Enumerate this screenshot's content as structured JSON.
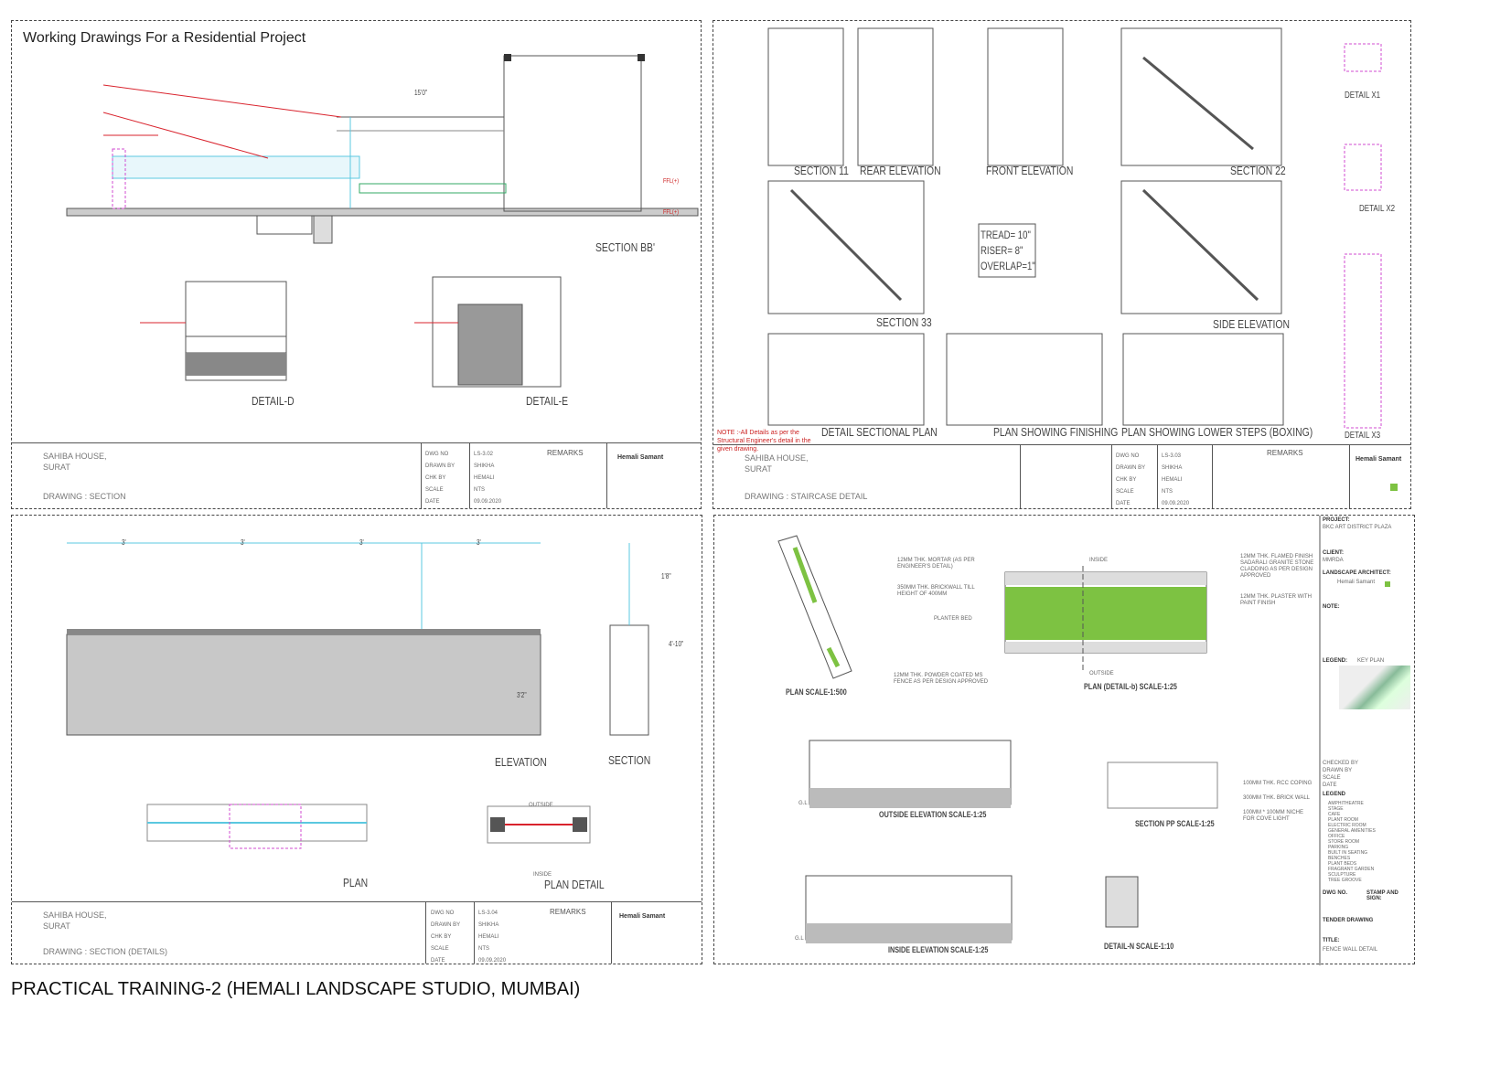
{
  "sheet1": {
    "title": "Working Drawings For a Residential Project",
    "labels": {
      "section_bb": "SECTION BB'",
      "detail_d": "DETAIL-D",
      "detail_e": "DETAIL-E",
      "dim_top": "15'0\"",
      "ffl1": "FFL(+)",
      "ffl2": "FFL(+)"
    },
    "title_block": {
      "project_line1": "SAHIBA HOUSE,",
      "project_line2": "SURAT",
      "drawing": "DRAWING :  SECTION",
      "remarks": "REMARKS",
      "firm": "Hemali Samant",
      "rows": [
        [
          "DWG NO",
          "LS-3.02"
        ],
        [
          "DRAWN BY",
          "SHIKHA"
        ],
        [
          "CHK BY",
          "HEMALI"
        ],
        [
          "SCALE",
          "NTS"
        ],
        [
          "DATE",
          "09.09.2020"
        ]
      ]
    }
  },
  "sheet2": {
    "labels": {
      "section_11": "SECTION 11",
      "rear_elevation": "REAR ELEVATION",
      "front_elevation": "FRONT ELEVATION",
      "section_22": "SECTION 22",
      "detail_x1": "DETAIL X1",
      "detail_x2": "DETAIL X2",
      "section_33": "SECTION 33",
      "side_elevation": "SIDE ELEVATION",
      "detail_x3": "DETAIL X3",
      "detail_sectional_plan": "DETAIL SECTIONAL PLAN",
      "plan_finishing": "PLAN SHOWING FINISHING",
      "plan_lower_steps": "PLAN SHOWING LOWER STEPS (BOXING)"
    },
    "note": "NOTE :-All Details as per the Structural Engineer's detail in the given drawing.",
    "stair_specs": [
      "TREAD= 10\"",
      "RISER= 8\"",
      "OVERLAP=1\""
    ],
    "title_block": {
      "project_line1": "SAHIBA HOUSE,",
      "project_line2": "SURAT",
      "drawing": "DRAWING :  STAIRCASE DETAIL",
      "remarks": "REMARKS",
      "firm": "Hemali Samant",
      "rows": [
        [
          "DWG NO",
          "LS-3.03"
        ],
        [
          "DRAWN BY",
          "SHIKHA"
        ],
        [
          "CHK BY",
          "HEMALI"
        ],
        [
          "SCALE",
          "NTS"
        ],
        [
          "DATE",
          "09.09.2020"
        ]
      ]
    }
  },
  "sheet3": {
    "labels": {
      "elevation": "ELEVATION",
      "section": "SECTION",
      "plan": "PLAN",
      "plan_detail": "PLAN DETAIL",
      "outside": "OUTSIDE",
      "inside": "INSIDE",
      "dim_3a": "3'",
      "dim_3b": "3'",
      "dim_3c": "3'",
      "dim_3d": "3'",
      "dim_18": "1'8\"",
      "dim_32": "3'2\"",
      "dim_410": "4'-10\""
    },
    "title_block": {
      "project_line1": "SAHIBA HOUSE,",
      "project_line2": "SURAT",
      "drawing": "DRAWING :  SECTION (DETAILS)",
      "remarks": "REMARKS",
      "firm": "Hemali Samant",
      "rows": [
        [
          "DWG NO",
          "LS-3.04"
        ],
        [
          "DRAWN BY",
          "SHIKHA"
        ],
        [
          "CHK BY",
          "HEMALI"
        ],
        [
          "SCALE",
          "NTS"
        ],
        [
          "DATE",
          "09.09.2020"
        ]
      ]
    }
  },
  "sheet4": {
    "labels": {
      "plan_1_500": "PLAN SCALE-1:500",
      "plan_detail_b": "PLAN (DETAIL-b) SCALE-1:25",
      "outside_elev": "OUTSIDE ELEVATION SCALE-1:25",
      "section_pp": "SECTION PP SCALE-1:25",
      "inside_elev": "INSIDE ELEVATION SCALE-1:25",
      "detail_n": "DETAIL-N SCALE-1:10",
      "inside": "INSIDE",
      "outside": "OUTSIDE",
      "planter_bed": "PLANTER BED",
      "gl1": "G.L",
      "gl2": "G.L"
    },
    "notes": [
      "12MM THK. MORTAR (AS PER ENGINEER'S DETAIL)",
      "350MM THK. BRICKWALL TILL HEIGHT OF 400MM",
      "12MM THK. POWDER COATED MS FENCE AS PER DESIGN APPROVED",
      "12MM THK. FLAMED FINISH SADARALI GRANITE STONE CLADDING AS PER DESIGN APPROVED",
      "12MM THK. PLASTER WITH PAINT FINISH",
      "100MM THK. RCC COPING",
      "300MM THK. BRICK WALL",
      "100MM * 100MM NICHE FOR COVE LIGHT"
    ],
    "side_panel": {
      "project": "PROJECT:",
      "project_value": "BKC ART DISTRICT PLAZA",
      "client": "CLIENT:",
      "client_value": "MMRDA",
      "architect": "LANDSCAPE ARCHITECT:",
      "architect_value": "Hemali Samant",
      "note": "NOTE:",
      "legend": "LEGEND:",
      "key_plan": "KEY PLAN",
      "checked_by": "CHECKED BY",
      "drawn_by": "DRAWN BY",
      "scale": "SCALE",
      "date": "DATE",
      "legend2": "LEGEND",
      "dwg_no": "DWG NO.",
      "stamp": "STAMP AND SIGN:",
      "tender": "TENDER DRAWING",
      "title": "TITLE:",
      "title_value": "FENCE WALL DETAIL"
    },
    "legend_items": [
      "AMPHITHEATRE",
      "STAGE",
      "CAFE",
      "PLANT ROOM",
      "ELECTRIC ROOM",
      "GENERAL AMENITIES",
      "OFFICE",
      "STORE ROOM",
      "PARKING",
      "BUILT IN SEATING",
      "BENCHES",
      "PLANT BEDS",
      "FRAGRANT GARDEN",
      "SCULPTURE",
      "TREE GROOVE"
    ]
  },
  "caption": "PRACTICAL TRAINING-2 (HEMALI LANDSCAPE STUDIO, MUMBAI)",
  "colors": {
    "planter_green": "#7dc242",
    "accent_red": "#d9232d",
    "glass_cyan": "#5bc8e0",
    "magenta_guides": "#d04bd0"
  }
}
